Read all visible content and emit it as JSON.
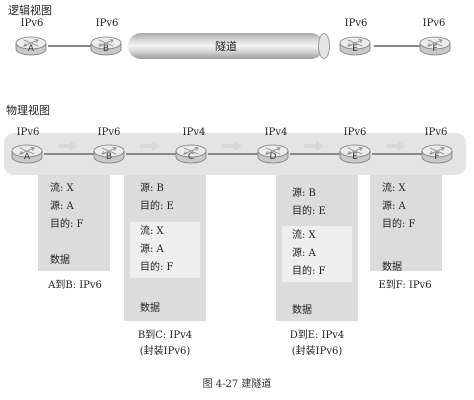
{
  "logical": {
    "title": "逻辑视图",
    "tunnel_label": "隧道",
    "routers": [
      {
        "name": "A",
        "proto": "IPv6"
      },
      {
        "name": "B",
        "proto": "IPv6"
      },
      {
        "name": "E",
        "proto": "IPv6"
      },
      {
        "name": "F",
        "proto": "IPv6"
      }
    ]
  },
  "physical": {
    "title": "物理视图",
    "routers": [
      {
        "name": "A",
        "proto": "IPv6"
      },
      {
        "name": "B",
        "proto": "IPv6"
      },
      {
        "name": "C",
        "proto": "IPv4"
      },
      {
        "name": "D",
        "proto": "IPv4"
      },
      {
        "name": "E",
        "proto": "IPv6"
      },
      {
        "name": "F",
        "proto": "IPv6"
      }
    ]
  },
  "packets": {
    "ab": {
      "flow": "流: X",
      "src": "源: A",
      "dst": "目的: F",
      "data": "数据",
      "caption": "A到B: IPv6"
    },
    "bc": {
      "outer_src": "源: B",
      "outer_dst": "目的: E",
      "flow": "流: X",
      "src": "源: A",
      "dst": "目的: F",
      "data": "数据",
      "caption1": "B到C: IPv4",
      "caption2": "(封装IPv6)"
    },
    "de": {
      "outer_src": "源: B",
      "outer_dst": "目的: E",
      "flow": "流: X",
      "src": "源: A",
      "dst": "目的: F",
      "data": "数据",
      "caption1": "D到E: IPv4",
      "caption2": "(封装IPv6)"
    },
    "ef": {
      "flow": "流: X",
      "src": "源: A",
      "dst": "目的: F",
      "data": "数据",
      "caption": "E到F: IPv6"
    }
  },
  "figure_caption": "图 4-27    建隧道"
}
